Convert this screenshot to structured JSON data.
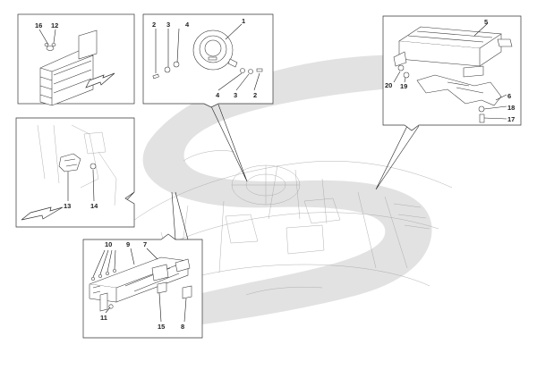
{
  "diagram": {
    "callouts": {
      "c16": "16",
      "c12": "12",
      "c2a": "2",
      "c3a": "3",
      "c4a": "4",
      "c1": "1",
      "c4b": "4",
      "c3b": "3",
      "c2b": "2",
      "c5": "5",
      "c20": "20",
      "c19": "19",
      "c6": "6",
      "c18": "18",
      "c17": "17",
      "c13": "13",
      "c14": "14",
      "c10": "10",
      "c9": "9",
      "c7": "7",
      "c11": "11",
      "c15": "15",
      "c8": "8"
    }
  },
  "colors": {
    "watermark": "#e2e2e2",
    "outline": "#333333",
    "ghost": "#a8a8a8"
  }
}
